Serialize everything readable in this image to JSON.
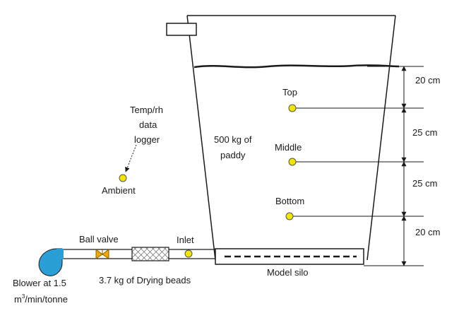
{
  "labels": {
    "top": "Top",
    "middle": "Middle",
    "bottom": "Bottom",
    "paddy_line1": "500 kg of",
    "paddy_line2": "paddy",
    "temp_line1": "Temp/rh",
    "temp_line2": "data",
    "temp_line3": "logger",
    "ambient": "Ambient",
    "ball_valve": "Ball valve",
    "inlet": "Inlet",
    "drying_beads": "3.7 kg of Drying beads",
    "model_silo": "Model silo",
    "blower_line1": "Blower at 1.5",
    "blower_line2_pre": "m",
    "blower_line2_sup": "3",
    "blower_line2_post": "/min/tonne"
  },
  "dimensions": {
    "d1": "20 cm",
    "d2": "25 cm",
    "d3": "25 cm",
    "d4": "20 cm"
  },
  "colors": {
    "sensor": "#f2e600",
    "blower": "#2a9fd6",
    "valve": "#f0a800",
    "line": "#1a1a1a"
  }
}
